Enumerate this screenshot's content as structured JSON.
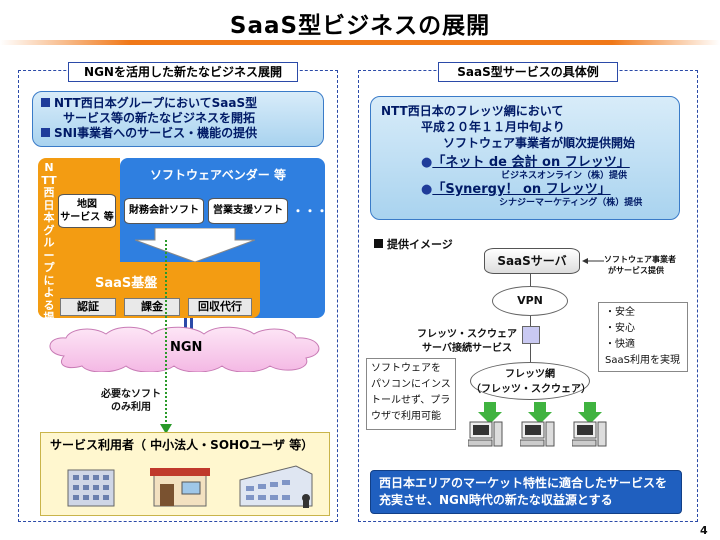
{
  "slide": {
    "title": "SaaS型ビジネスの展開",
    "page_number": "4"
  },
  "left_panel": {
    "heading": "NGNを活用した新たなビジネス展開",
    "bullets": [
      "NTT西日本グループにおいてSaaS型",
      "サービス等の新たなビジネスを開拓",
      "SNI事業者へのサービス・機能の提供"
    ],
    "ntt_vertical": "NTT西日本グループによる提供",
    "vendor_label": "ソフトウェアベンダー 等",
    "map_service": [
      "地図",
      "サービス 等"
    ],
    "accounting_soft": "財務会計ソフト",
    "sales_soft": "営業支援ソフト",
    "ellipsis": "・・・・",
    "saas_base": "SaaS基盤",
    "functions": [
      "認証",
      "課金",
      "回収代行"
    ],
    "ngn_label": "NGN",
    "needed_soft": [
      "必要なソフト",
      "のみ利用"
    ],
    "users_label": "サービス利用者（ 中小法人・SOHOユーザ 等）"
  },
  "right_panel": {
    "heading": "SaaS型サービスの具体例",
    "intro": [
      "NTT西日本のフレッツ網において",
      "平成２０年１１月中旬より",
      "ソフトウェア事業者が順次提供開始"
    ],
    "services": [
      {
        "name": "「ネット de 会計 on フレッツ」",
        "provider": "ビジネスオンライン（株）提供"
      },
      {
        "name": "「Synergy！ on フレッツ」",
        "provider": "シナジーマーケティング（株）提供"
      }
    ],
    "image_heading": "提供イメージ",
    "saas_server": "SaaSサーバ",
    "server_note": [
      "ソフトウェア事業者",
      "がサービス提供"
    ],
    "vpn": "VPN",
    "connect_service": [
      "フレッツ・スクウェア",
      "サーバ接続サービス"
    ],
    "features": [
      "・安全",
      "・安心",
      "・快適",
      "SaaS利用を実現"
    ],
    "flets_net": [
      "フレッツ網",
      "（フレッツ・スクウェア）"
    ],
    "no_install_note": [
      "ソフトウェアを",
      "パソコンにインス",
      "トールせず、プラ",
      "ウザで利用可能"
    ],
    "conclusion": [
      "西日本エリアのマーケット特性に適合したサービスを",
      "充実させ、NGN時代の新たな収益源とする"
    ]
  },
  "colors": {
    "accent_orange": "#f39c12",
    "vendor_blue": "#2f7fe0",
    "navy": "#1f3c9a",
    "green": "#3fb33f"
  }
}
